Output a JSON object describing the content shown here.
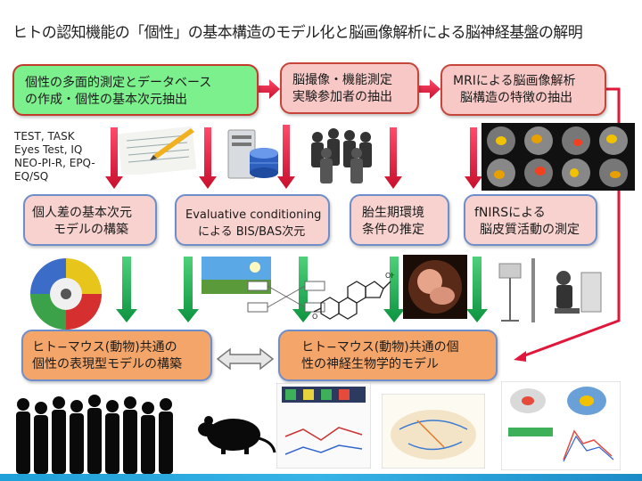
{
  "title": "ヒトの認知機能の「個性」の基本構造のモデル化と脳画像解析による脳神経基盤の解明",
  "boxes": {
    "box1": {
      "line1": "個性の多面的測定とデータベース",
      "line2": "の作成・個性の基本次元抽出"
    },
    "box2": {
      "line1": "脳撮像・機能測定",
      "line2": "実験参加者の抽出"
    },
    "box3": {
      "line1": "MRIによる脳画像解析",
      "line2": "脳構造の特徴の抽出"
    },
    "box4": {
      "line1": "個人差の基本次元",
      "line2": "モデルの構築"
    },
    "box5": {
      "line1": "Evaluative conditioning",
      "line2": "による BIS/BAS次元"
    },
    "box6": {
      "line1": "胎生期環境",
      "line2": "条件の推定"
    },
    "box7": {
      "line1": "fNIRSによる",
      "line2": "脳皮質活動の測定"
    },
    "box8": {
      "line1": "ヒト−マウス(動物)共通の",
      "line2": "個性の表現型モデルの構築"
    },
    "box9": {
      "line1": "ヒト−マウス(動物)共通の個",
      "line2": "性の神経生物学的モデル"
    }
  },
  "tests": [
    "TEST, TASK",
    "Eyes Test, IQ",
    "NEO-PI-R, EPQ-",
    "EQ/SQ"
  ],
  "colors": {
    "green_box": "#7df08e",
    "pink_box": "#f7c8c6",
    "orange_box": "#f4a66a",
    "red_arrow": "#e0173a",
    "green_arrow": "#12a84a",
    "box_border_red": "#c23a2b",
    "box_border_blue": "#6e8ec9"
  }
}
